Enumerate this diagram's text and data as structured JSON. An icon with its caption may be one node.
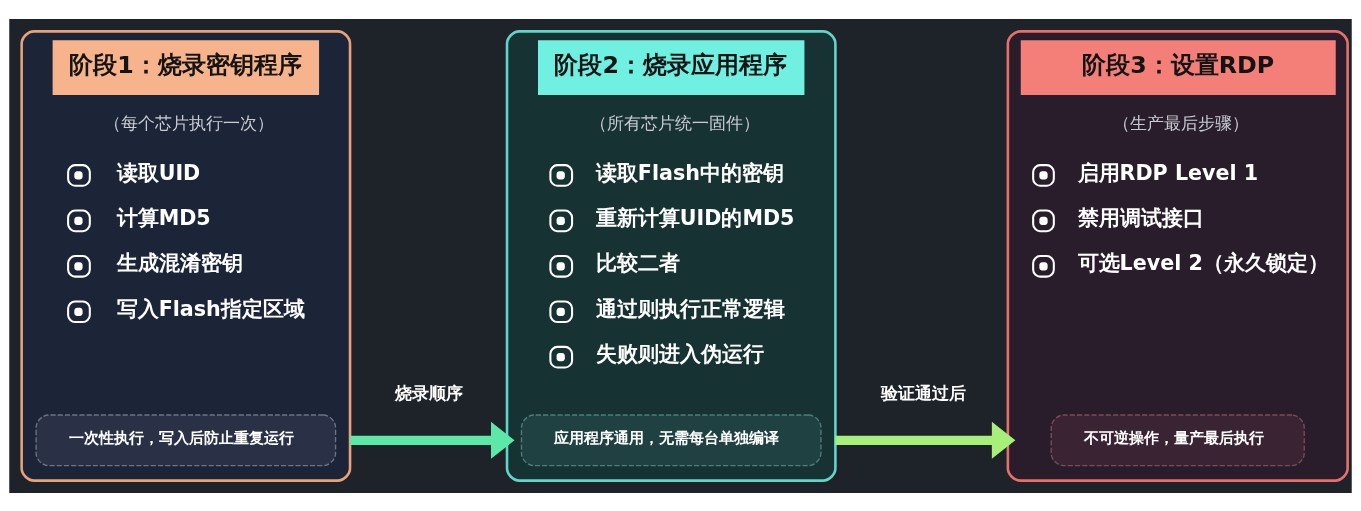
{
  "diagram": {
    "nodes": [
      {
        "text": [
          "阶段1：烧录密钥程序",
          "（每个芯片执行一次）",
          "读取UID",
          "计算MD5",
          "生成混淆密钥",
          "写入Flash指定区域"
        ]
      },
      {
        "text": [
          "一次性执行，写入后防止重复运行"
        ],
        "in": 0
      },
      {
        "text": [
          "阶段2：烧录应用程序",
          "（所有芯片统一固件）",
          "读取Flash中的密钥",
          "重新计算UID的MD5",
          "比较二者",
          "通过则执行正常逻辑",
          "失败则进入伪运行"
        ]
      },
      {
        "text": [
          "应用程序通用，无需每台单独编译"
        ],
        "in": 2
      },
      {
        "text": [
          "阶段3：设置RDP",
          "（生产最后步骤）",
          "启用RDP Level 1",
          "禁用调试接口",
          "可选Level 2（永久锁定）"
        ]
      },
      {
        "text": [
          "不可逆操作，量产最后执行"
        ],
        "in": 4
      }
    ],
    "edges": [
      {
        "from": 0,
        "to": 2,
        "arrow": "to",
        "label": "烧录顺序",
        "color": "#5ee8a8"
      },
      {
        "from": 2,
        "to": 4,
        "arrow": "to",
        "label": "验证通过后",
        "color": "#a6f07a"
      }
    ]
  }
}
